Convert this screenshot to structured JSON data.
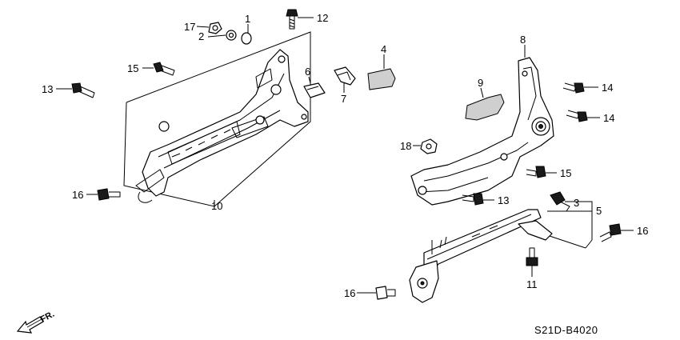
{
  "diagram_code": "S21D-B4020",
  "direction_label": "FR.",
  "callouts": {
    "c1": "1",
    "c2": "2",
    "c3": "3",
    "c4": "4",
    "c5": "5",
    "c6": "6",
    "c7": "7",
    "c8": "8",
    "c9": "9",
    "c10": "10",
    "c11": "11",
    "c12": "12",
    "c13a": "13",
    "c13b": "13",
    "c14a": "14",
    "c14b": "14",
    "c15a": "15",
    "c15b": "15",
    "c16a": "16",
    "c16b": "16",
    "c16c": "16",
    "c17": "17",
    "c18": "18"
  }
}
